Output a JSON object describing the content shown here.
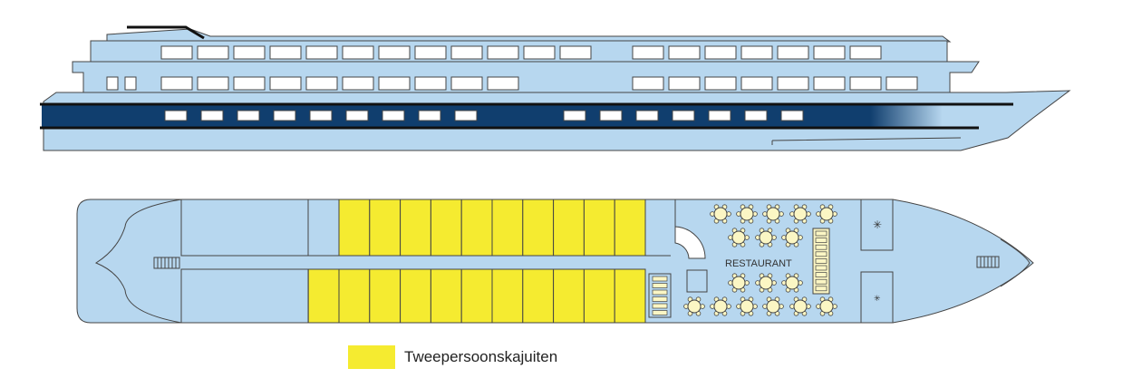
{
  "colors": {
    "hull": "#b7d7ef",
    "outline": "#444444",
    "stripe_dark": "#103e6e",
    "window": "#ffffff",
    "cabin": "#f5eb30",
    "table": "#fbf6c4",
    "background": "#ffffff"
  },
  "deck_plan": {
    "restaurant_label": "RESTAURANT",
    "double_cabins_upper": 10,
    "double_cabins_lower": 11
  },
  "legend": {
    "swatch_color": "#f5eb30",
    "label": "Tweepersoonskajuiten"
  }
}
